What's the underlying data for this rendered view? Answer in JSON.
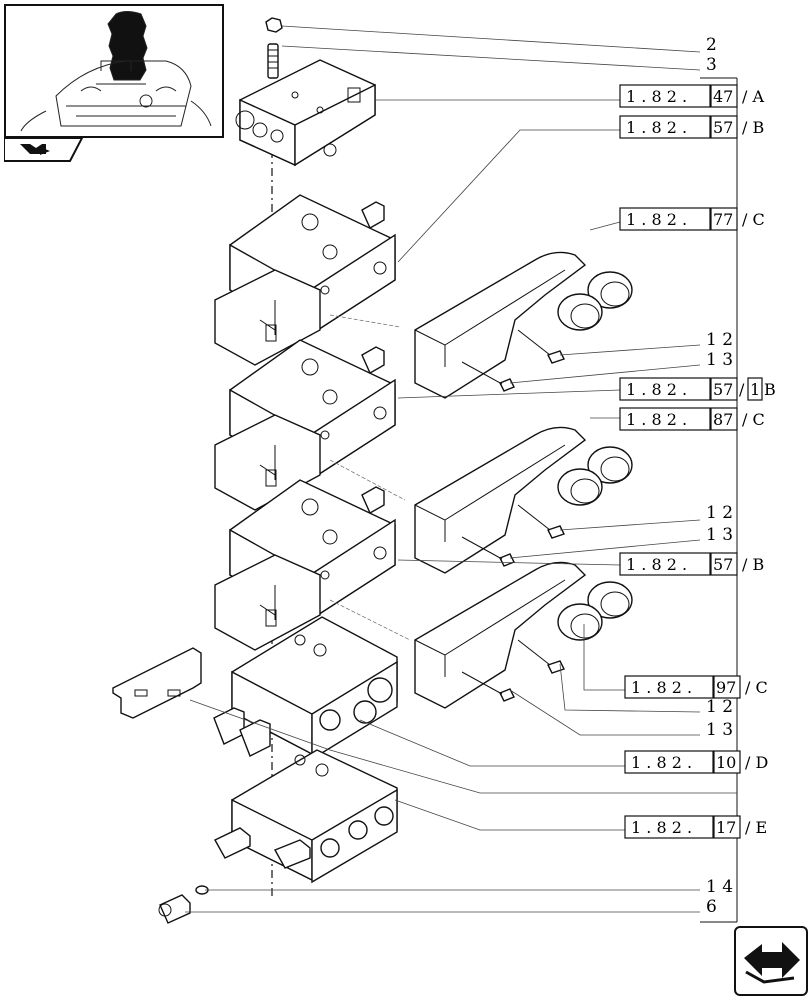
{
  "callouts": [
    {
      "key": "c2",
      "label": "2"
    },
    {
      "key": "c3",
      "label": "3"
    },
    {
      "key": "c12a",
      "label": "1 2"
    },
    {
      "key": "c13a",
      "label": "1 3"
    },
    {
      "key": "c12b",
      "label": "1 2"
    },
    {
      "key": "c13b",
      "label": "1 3"
    },
    {
      "key": "c12c",
      "label": "1 2"
    },
    {
      "key": "c13c",
      "label": "1 3"
    },
    {
      "key": "c14",
      "label": "1 4"
    },
    {
      "key": "c6",
      "label": "6"
    }
  ],
  "references": [
    {
      "key": "r1",
      "code": "1 . 8 2 .",
      "sub": "47",
      "suffix": "/ A"
    },
    {
      "key": "r2",
      "code": "1 . 8 2 .",
      "sub": "57",
      "suffix": "/ B"
    },
    {
      "key": "r3",
      "code": "1 . 8 2 .",
      "sub": "77",
      "suffix": "/ C"
    },
    {
      "key": "r4",
      "code": "1 . 8 2 .",
      "sub": "57",
      "suffix": "/",
      "extra": "1",
      "tail": "B"
    },
    {
      "key": "r5",
      "code": "1 . 8 2 .",
      "sub": "87",
      "suffix": "/ C"
    },
    {
      "key": "r6",
      "code": "1 . 8 2 .",
      "sub": "57",
      "suffix": "/ B"
    },
    {
      "key": "r7",
      "code": "1 . 8 2 .",
      "sub": "97",
      "suffix": "/ C"
    },
    {
      "key": "r8",
      "code": "1 . 8 2 .",
      "sub": "10",
      "suffix": "/ D"
    },
    {
      "key": "r9",
      "code": "1 . 8 2 .",
      "sub": "17",
      "suffix": "/ E"
    }
  ],
  "icons": {
    "thumbnail": "tractor-location-thumbnail",
    "tab": "book-arrow-icon",
    "nav": "next-page-arrow-icon"
  }
}
